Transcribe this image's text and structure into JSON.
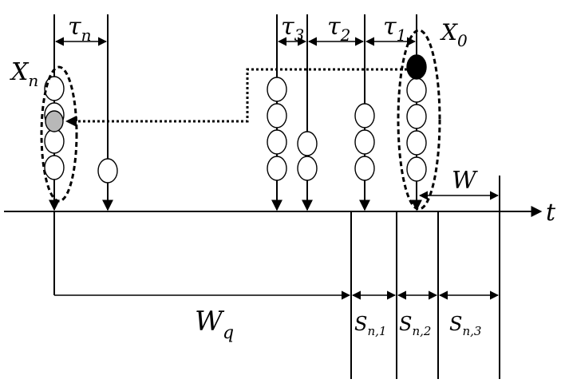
{
  "colors": {
    "line": "#000000",
    "highlight_filled": "#000000",
    "highlight_target": "#b8b8b8",
    "background": "#ffffff"
  },
  "labels": {
    "tau_n": "τ",
    "tau_n_sub": "n",
    "tau_3": "τ",
    "tau_3_sub": "3",
    "tau_2": "τ",
    "tau_2_sub": "2",
    "tau_1": "τ",
    "tau_1_sub": "1",
    "x_0": "X",
    "x_0_sub": "0",
    "x_n": "X",
    "x_n_sub": "n",
    "w": "W",
    "t": "t",
    "w_q": "W",
    "w_q_sub": "q",
    "s_n1": "S",
    "s_n1_sub": "n,1",
    "s_n2": "S",
    "s_n2_sub": "n,2",
    "s_n3": "S",
    "s_n3_sub": "n,3"
  }
}
